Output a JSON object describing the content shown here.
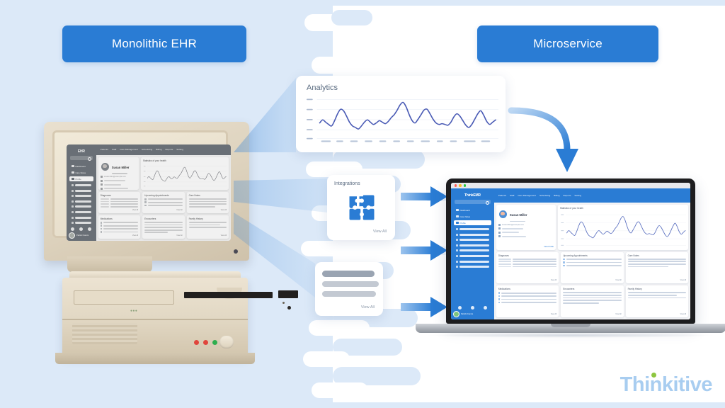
{
  "headers": {
    "left_chip": "Monolithic EHR",
    "right_chip": "Microservice"
  },
  "colors": {
    "accent_blue": "#2a7cd4",
    "bg_blue": "#dce9f8",
    "bg_white": "#ffffff",
    "brand_blue": "#a8cdf0",
    "brand_green": "#8dc63f",
    "chart_line": "#5a6fc0"
  },
  "float_cards": [
    {
      "title": "Analytics",
      "view_all": ""
    },
    {
      "title": "Integrations",
      "view_all": "View All",
      "icon": "puzzle-icon"
    },
    {
      "title": "",
      "view_all": "View All"
    }
  ],
  "dashboard": {
    "logo_think": "Think",
    "logo_emr": "EMR",
    "search_placeholder": "",
    "nav": [
      "Patients",
      "Staff",
      "Care Management",
      "Scheduling",
      "Billing",
      "Reports",
      "Setting"
    ],
    "sidebar_items": [
      {
        "label": "Dashboard",
        "active": false
      },
      {
        "label": "Care Notes",
        "active": false
      },
      {
        "label": "Profile",
        "active": true
      }
    ],
    "sidebar_placeholder_count": 8,
    "footer_user": "Patrick Francis",
    "patient": {
      "name": "Susan Miller",
      "email": "susanmiller@example.com",
      "view_profile": "View Profile"
    },
    "chart_title": "Statistics of your health",
    "cards_row2": [
      {
        "title": "Diagnoses",
        "view_all": "View All",
        "kind": "kv"
      },
      {
        "title": "Upcoming Appointments",
        "view_all": "View All",
        "kind": "list"
      },
      {
        "title": "Care Notes",
        "view_all": "View All",
        "kind": "lines"
      }
    ],
    "cards_row3": [
      {
        "title": "Medications",
        "view_all": "View All",
        "kind": "list"
      },
      {
        "title": "Encounters",
        "view_all": "View All",
        "kind": "lines"
      },
      {
        "title": "Family History",
        "view_all": "View All",
        "kind": "lines"
      }
    ]
  },
  "crt": {
    "logo": "EHR"
  },
  "brand": {
    "name": "Thinkitive"
  },
  "chart_data": {
    "type": "line",
    "title": "Analytics",
    "xlabel": "",
    "ylabel": "",
    "grid": true,
    "legend": "none",
    "ylim": [
      0,
      100
    ],
    "x": [
      0,
      1,
      2,
      3,
      4,
      5,
      6,
      7,
      8,
      9,
      10,
      11,
      12,
      13,
      14,
      15,
      16,
      17,
      18,
      19,
      20,
      21,
      22,
      23,
      24,
      25,
      26,
      27,
      28,
      29,
      30,
      31,
      32,
      33,
      34,
      35,
      36,
      37,
      38,
      39,
      40,
      41,
      42,
      43,
      44,
      45,
      46,
      47,
      48,
      49,
      50,
      51,
      52,
      53,
      54,
      55,
      56,
      57,
      58,
      59
    ],
    "values": [
      38,
      46,
      40,
      34,
      30,
      44,
      62,
      74,
      70,
      56,
      40,
      30,
      26,
      22,
      30,
      40,
      46,
      40,
      34,
      38,
      44,
      40,
      36,
      42,
      52,
      60,
      72,
      86,
      92,
      80,
      60,
      44,
      38,
      48,
      60,
      72,
      74,
      62,
      48,
      38,
      34,
      36,
      34,
      32,
      40,
      54,
      62,
      56,
      44,
      32,
      26,
      34,
      48,
      62,
      70,
      58,
      42,
      34,
      40,
      46
    ],
    "xtick_labels_placeholder": 13,
    "ytick_labels_placeholder": 5
  }
}
